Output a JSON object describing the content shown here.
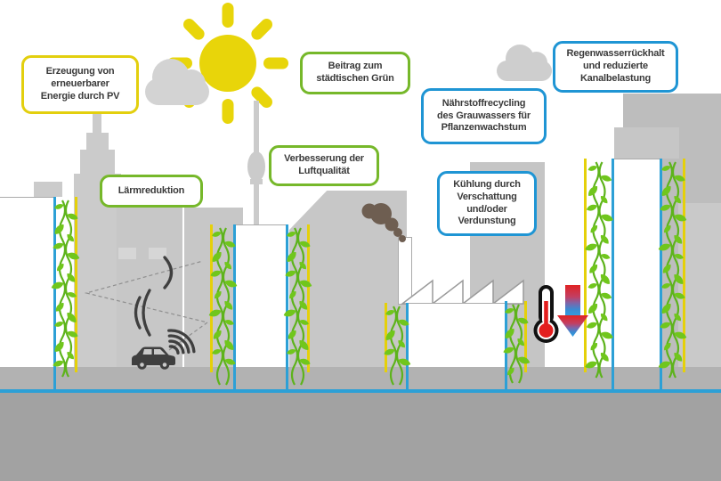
{
  "labels": {
    "pv": {
      "text": "Erzeugung von\nerneuerbarer\nEnergie durch PV",
      "border": "#e3cf0e"
    },
    "noise": {
      "text": "Lärmreduktion",
      "border": "#76b82a"
    },
    "urban_green": {
      "text": "Beitrag zum\nstädtischen Grün",
      "border": "#76b82a"
    },
    "air": {
      "text": "Verbesserung der\nLuftqualität",
      "border": "#76b82a"
    },
    "nutrients": {
      "text": "Nährstoffrecycling\ndes Grauwassers für\nPflanzenwachstum",
      "border": "#1f95d4"
    },
    "cooling": {
      "text": "Kühlung durch\nVerschattung\nund/oder\nVerdunstung",
      "border": "#1f95d4"
    },
    "rainwater": {
      "text": "Regenwasserrückhalt\nund reduzierte\nKanalbelastung",
      "border": "#1f95d4"
    }
  },
  "colors": {
    "benefit_yellow": "#e3cf0e",
    "benefit_green": "#76b82a",
    "benefit_blue": "#1f95d4",
    "sun_yellow": "#e8d50a",
    "leaf_green": "#70c61c",
    "vine_stem_green": "#5db31b",
    "trellis_yellow": "#e5d00a",
    "water_pipe_blue": "#2da0d6",
    "smoke_brown": "#6e5e51",
    "thermometer_red": "#e31e1e",
    "cooling_arrow_red": "#e02323",
    "cooling_arrow_blue": "#2f9fe0",
    "car_dark": "#3f3f3f",
    "text_dark": "#3a3a3a"
  },
  "icons": {
    "sun": "sun-icon",
    "clouds": "cloud-icon",
    "car": "car-icon",
    "sound_waves": "sound-waves-icon",
    "noise_reflection": "noise-reflection-dashed-lines",
    "thermometer": "thermometer-icon",
    "cooling_arrow": "cooling-down-arrow-icon",
    "smoke": "factory-smoke-icon",
    "vines": "climbing-plant-icon",
    "water_pipes": "greywater-pipe-line"
  }
}
